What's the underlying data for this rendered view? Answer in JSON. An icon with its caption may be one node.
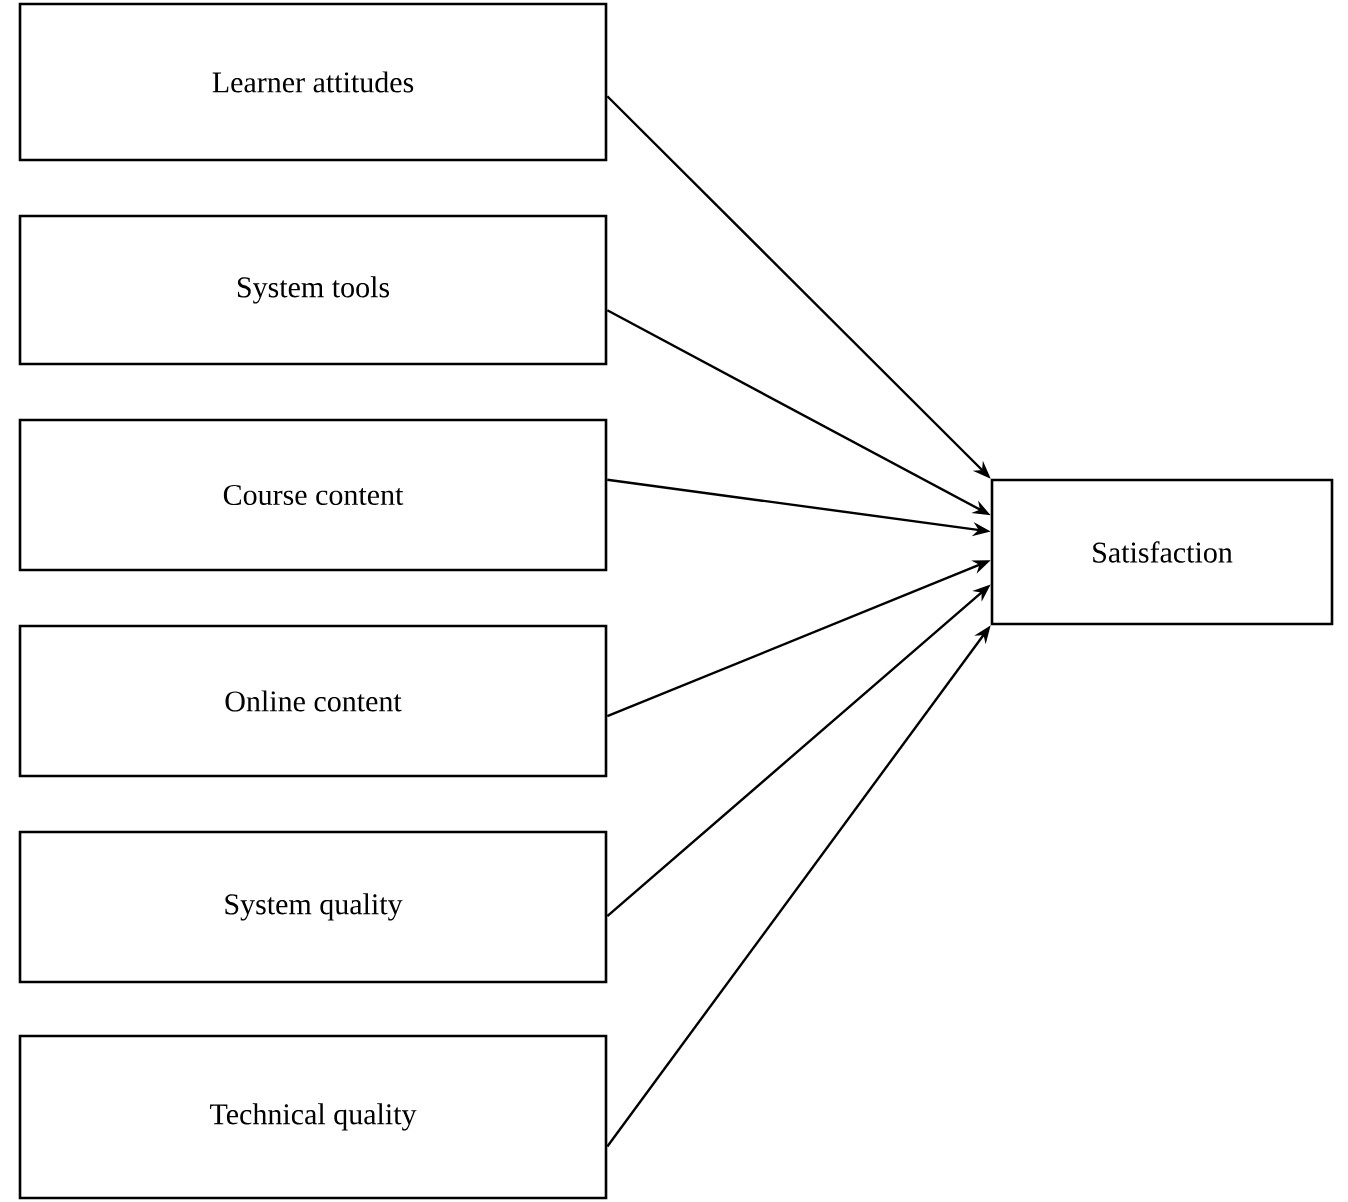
{
  "diagram": {
    "nodes": [
      {
        "text": [
          "Learner attitudes"
        ]
      },
      {
        "text": [
          "System tools"
        ]
      },
      {
        "text": [
          "Course content"
        ]
      },
      {
        "text": [
          "Online content"
        ]
      },
      {
        "text": [
          "System quality"
        ]
      },
      {
        "text": [
          "Technical quality"
        ]
      },
      {
        "text": [
          "Satisfaction"
        ]
      }
    ],
    "edges": [
      {
        "from": 0,
        "to": 6,
        "arrow": "to"
      },
      {
        "from": 1,
        "to": 6,
        "arrow": "to"
      },
      {
        "from": 2,
        "to": 6,
        "arrow": "to"
      },
      {
        "from": 3,
        "to": 6,
        "arrow": "to"
      },
      {
        "from": 4,
        "to": 6,
        "arrow": "to"
      },
      {
        "from": 5,
        "to": 6,
        "arrow": "to"
      }
    ]
  }
}
